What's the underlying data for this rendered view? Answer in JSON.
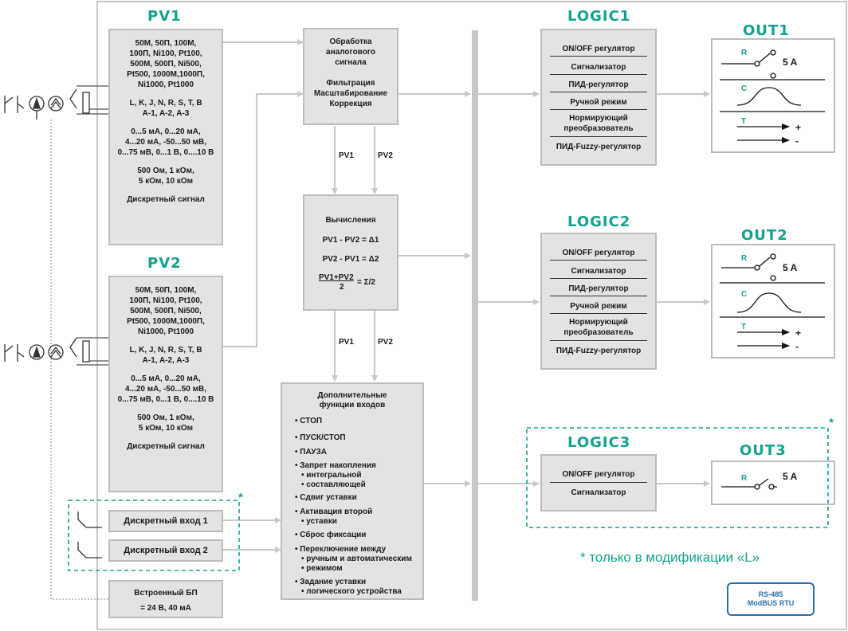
{
  "pv1": {
    "title": "PV1",
    "groups": [
      [
        "50М, 50П, 100М,",
        "100П, Ni100, Pt100,",
        "500М, 500П, Ni500,",
        "Pt500, 1000М,1000П,",
        "Ni1000, Pt1000"
      ],
      [
        "L, K, J, N, R, S, T, B",
        "A-1, A-2, A-3"
      ],
      [
        "0...5 мА, 0...20 мА,",
        "4...20 мА, -50...50 мВ,",
        "0...75 мВ, 0...1 В, 0....10 В"
      ],
      [
        "500 Ом, 1 кОм,",
        "5 кОм, 10 кОм"
      ],
      [
        "Дискретный сигнал"
      ]
    ]
  },
  "pv2": {
    "title": "PV2",
    "groups": [
      [
        "50М, 50П, 100М,",
        "100П, Ni100, Pt100,",
        "500М, 500П, Ni500,",
        "Pt500, 1000М,1000П,",
        "Ni1000, Pt1000"
      ],
      [
        "L, K, J, N, R, S, T, B",
        "A-1, A-2, A-3"
      ],
      [
        "0...5 мА, 0...20 мА,",
        "4...20 мА, -50...50 мВ,",
        "0...75 мВ, 0...1 В, 0....10 В"
      ],
      [
        "500 Ом, 1 кОм,",
        "5 кОм, 10 кОм"
      ],
      [
        "Дискретный сигнал"
      ]
    ]
  },
  "discrete": {
    "input1": "Дискретный вход 1",
    "input2": "Дискретный вход 2"
  },
  "psu": {
    "line1": "Встроенный БП",
    "line2": "= 24 В, 40 мА"
  },
  "processing": {
    "lines": [
      "Обработка",
      "аналогового",
      "сигнала",
      "",
      "Фильтрация",
      "Масштабирование",
      "Коррекция"
    ]
  },
  "flow_labels": {
    "pv1": "PV1",
    "pv2": "PV2"
  },
  "calc": {
    "title": "Вычисления",
    "f1": "PV1 - PV2 = Δ1",
    "f2": "PV2 - PV1 = Δ2",
    "f3_num": "PV1+PV2",
    "f3_den": "2",
    "f3_res": "= Σ/2"
  },
  "extra": {
    "title": [
      "Дополнительные",
      "функции входов"
    ],
    "items": [
      [
        "СТОП"
      ],
      [
        "ПУСК/СТОП"
      ],
      [
        "ПАУЗА"
      ],
      [
        "Запрет накопления",
        "интегральной",
        "составляющей"
      ],
      [
        "Сдвиг уставки"
      ],
      [
        "Активация второй",
        "уставки"
      ],
      [
        "Сброс фиксации"
      ],
      [
        "Переключение между",
        "ручным и автоматическим",
        "режимом"
      ],
      [
        "Задание уставки",
        "логического устройства"
      ]
    ]
  },
  "logic1": {
    "title": "LOGIC1",
    "items": [
      "ON/OFF регулятор",
      "Сигнализатор",
      "ПИД-регулятор",
      "Ручной режим",
      "Нормирующий\nпреобразователь",
      "ПИД-Fuzzy-регулятор"
    ]
  },
  "logic2": {
    "title": "LOGIC2",
    "items": [
      "ON/OFF регулятор",
      "Сигнализатор",
      "ПИД-регулятор",
      "Ручной режим",
      "Нормирующий\nпреобразователь",
      "ПИД-Fuzzy-регулятор"
    ]
  },
  "logic3": {
    "title": "LOGIC3",
    "items": [
      "ON/OFF регулятор",
      "Сигнализатор"
    ]
  },
  "out1": {
    "title": "OUT1",
    "r": "R",
    "c": "C",
    "t": "T",
    "amp": "5 A",
    "plus": "+",
    "minus": "-"
  },
  "out2": {
    "title": "OUT2",
    "r": "R",
    "c": "C",
    "t": "T",
    "amp": "5 A",
    "plus": "+",
    "minus": "-"
  },
  "out3": {
    "title": "OUT3",
    "r": "R",
    "amp": "5 A"
  },
  "note": {
    "text": "* только в модификации «L»",
    "star": "*"
  },
  "rs485": {
    "line1": "RS-485",
    "line2": "ModBUS RTU"
  },
  "colors": {
    "accent": "#12a38c",
    "box": "#e3e3e3",
    "border": "#bdbdbd",
    "connector": "#c8c8c8",
    "rs": "#2a6fa8"
  }
}
